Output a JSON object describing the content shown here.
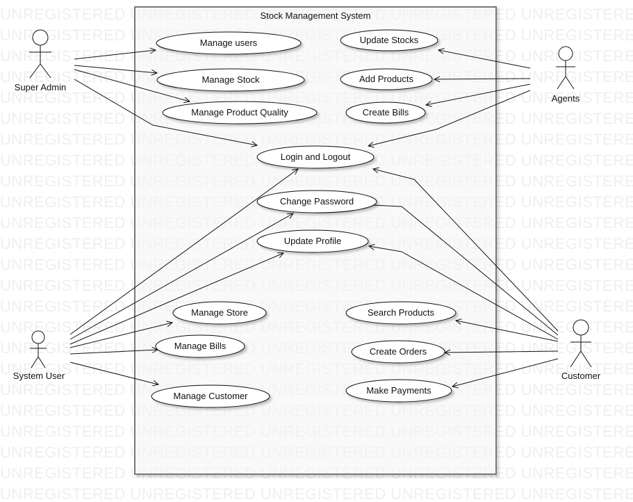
{
  "watermark": {
    "text": "UNREGISTERED"
  },
  "system": {
    "title": "Stock Management System"
  },
  "actors": {
    "super_admin": "Super Admin",
    "agents": "Agents",
    "system_user": "System User",
    "customer": "Customer"
  },
  "use_cases": {
    "manage_users": "Manage users",
    "manage_stock": "Manage Stock",
    "manage_product_quality": "Manage Product Quality",
    "update_stocks": "Update Stocks",
    "add_products": "Add Products",
    "create_bills": "Create Bills",
    "login_logout": "Login and Logout",
    "change_password": "Change Password",
    "update_profile": "Update Profile",
    "manage_store": "Manage Store",
    "manage_bills": "Manage Bills",
    "manage_customer": "Manage Customer",
    "search_products": "Search Products",
    "create_orders": "Create Orders",
    "make_payments": "Make Payments"
  },
  "colors": {
    "line": "#111111",
    "boundary": "#777777",
    "watermark": "#efefef"
  }
}
